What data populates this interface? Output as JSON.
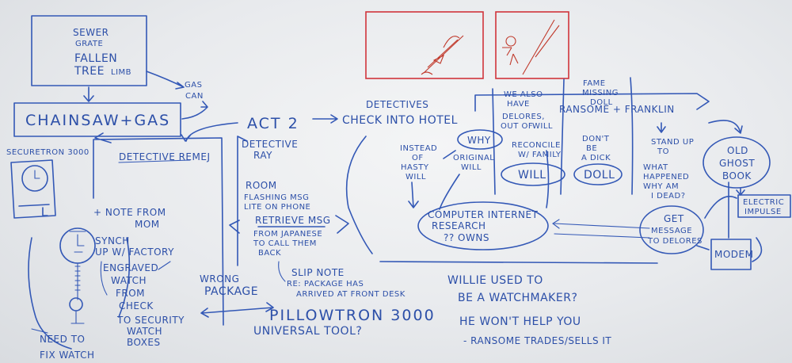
{
  "board": {
    "top_left_box": [
      "SEWER",
      "GRATE",
      "FALLEN",
      "TREE",
      "LIMB"
    ],
    "gas_can": [
      "GAS",
      "CAN"
    ],
    "chainsaw": "CHAINSAW+GAS",
    "securetron": "SECURETRON 3000",
    "detective_remej": "DETECTIVE REMEJ",
    "note_from_mom": [
      "+ NOTE FROM",
      "MOM"
    ],
    "watch_notes": [
      "SYNCH",
      "UP W/ FACTORY",
      "ENGRAVED",
      "WATCH",
      "FROM",
      "CHECK",
      "TO SECURITY",
      "WATCH",
      "BOXES"
    ],
    "need_fix_watch": [
      "NEED TO",
      "FIX WATCH"
    ],
    "wrong_package": [
      "WRONG",
      "PACKAGE"
    ],
    "act": "ACT 2",
    "check_into_hotel": [
      "DETECTIVES",
      "CHECK INTO HOTEL"
    ],
    "detective_ray": [
      "DETECTIVE",
      "RAY"
    ],
    "room_notes": [
      "ROOM",
      "FLASHING MSG",
      "LITE ON PHONE",
      "RETRIEVE MSG",
      "FROM JAPANESE",
      "TO CALL THEM",
      "BACK"
    ],
    "slip_note": [
      "SLIP NOTE",
      "RE: PACKAGE HAS",
      "ARRIVED AT FRONT DESK"
    ],
    "pillowtron": [
      "PILLOWTRON 3000",
      "UNIVERSAL TOOL?"
    ],
    "why": "WHY",
    "instead": [
      "INSTEAD",
      "OF",
      "HASTY",
      "WILL"
    ],
    "original_will": [
      "ORIGINAL",
      "WILL"
    ],
    "we_also_have": [
      "WE ALSO",
      "HAVE",
      "DELORES,",
      "OUT OF",
      "WILL",
      "RECONCILE",
      "W/ FAMILY"
    ],
    "will": "WILL",
    "fame": [
      "FAME",
      "MISSING",
      "DOLL"
    ],
    "ransome_franklin": "RANSOME + FRANKLIN",
    "dont_be_dick": [
      "DON'T",
      "BE",
      "A DICK"
    ],
    "doll": "DOLL",
    "stand_up": [
      "STAND UP",
      "TO",
      "WHAT",
      "HAPPENED",
      "WHY AM",
      "I DEAD?"
    ],
    "old_ghost_book": [
      "OLD",
      "GHOST",
      "BOOK"
    ],
    "electric_impulse": [
      "ELECTRIC",
      "IMPULSE"
    ],
    "computer_research": [
      "COMPUTER INTERNET",
      "RESEARCH",
      "?? OWNS"
    ],
    "get_message": [
      "GET",
      "MESSAGE",
      "TO DELORES"
    ],
    "modem": "MODEM",
    "willie": [
      "WILLIE USED TO",
      "BE A WATCHMAKER?"
    ],
    "he_wont": "HE WON'T HELP YOU",
    "ransome_trades": "- RANSOME TRADES/SELLS IT"
  }
}
